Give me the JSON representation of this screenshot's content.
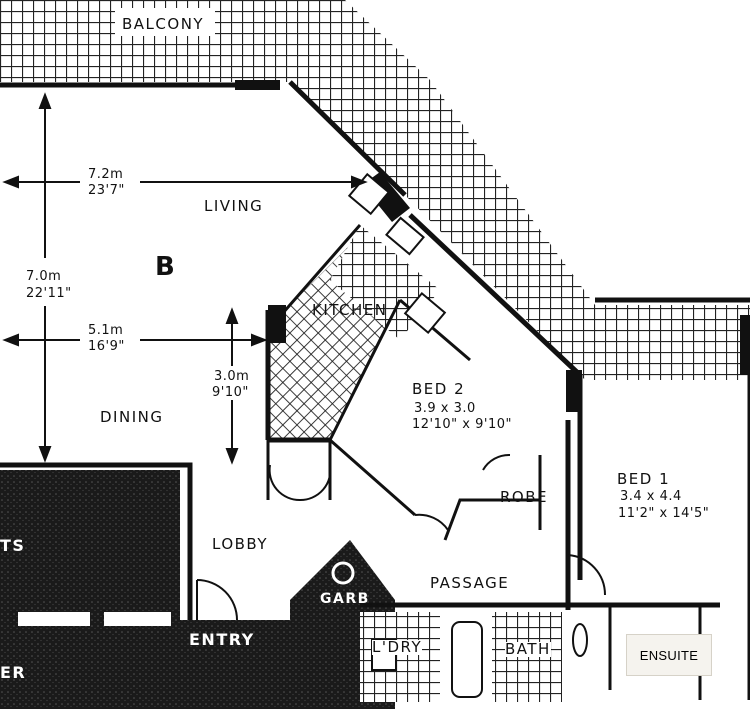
{
  "plan": {
    "letter": "B",
    "rooms": {
      "balcony": "BALCONY",
      "living": "LIVING",
      "kitchen": "KITCHEN",
      "dining": "DINING",
      "lobby": "LOBBY",
      "entry": "ENTRY",
      "garb": "GARB",
      "passage": "PASSAGE",
      "robe": "ROBE",
      "ldry": "L'DRY",
      "bath": "BATH",
      "bed2": "BED 2",
      "bed1": "BED 1",
      "ensuite": "ENSUITE"
    },
    "partial_labels": {
      "left_top": "TS",
      "left_bottom": "ER"
    },
    "dimensions": {
      "living_width_m": "7.2m",
      "living_width_ft": "23'7\"",
      "living_depth_m": "7.0m",
      "living_depth_ft": "22'11\"",
      "dining_width_m": "5.1m",
      "dining_width_ft": "16'9\"",
      "dining_depth_m": "3.0m",
      "dining_depth_ft": "9'10\"",
      "bed2_m": "3.9 x 3.0",
      "bed2_ft": "12'10\" x 9'10\"",
      "bed1_m": "3.4 x 4.4",
      "bed1_ft": "11'2\" x 14'5\""
    }
  }
}
